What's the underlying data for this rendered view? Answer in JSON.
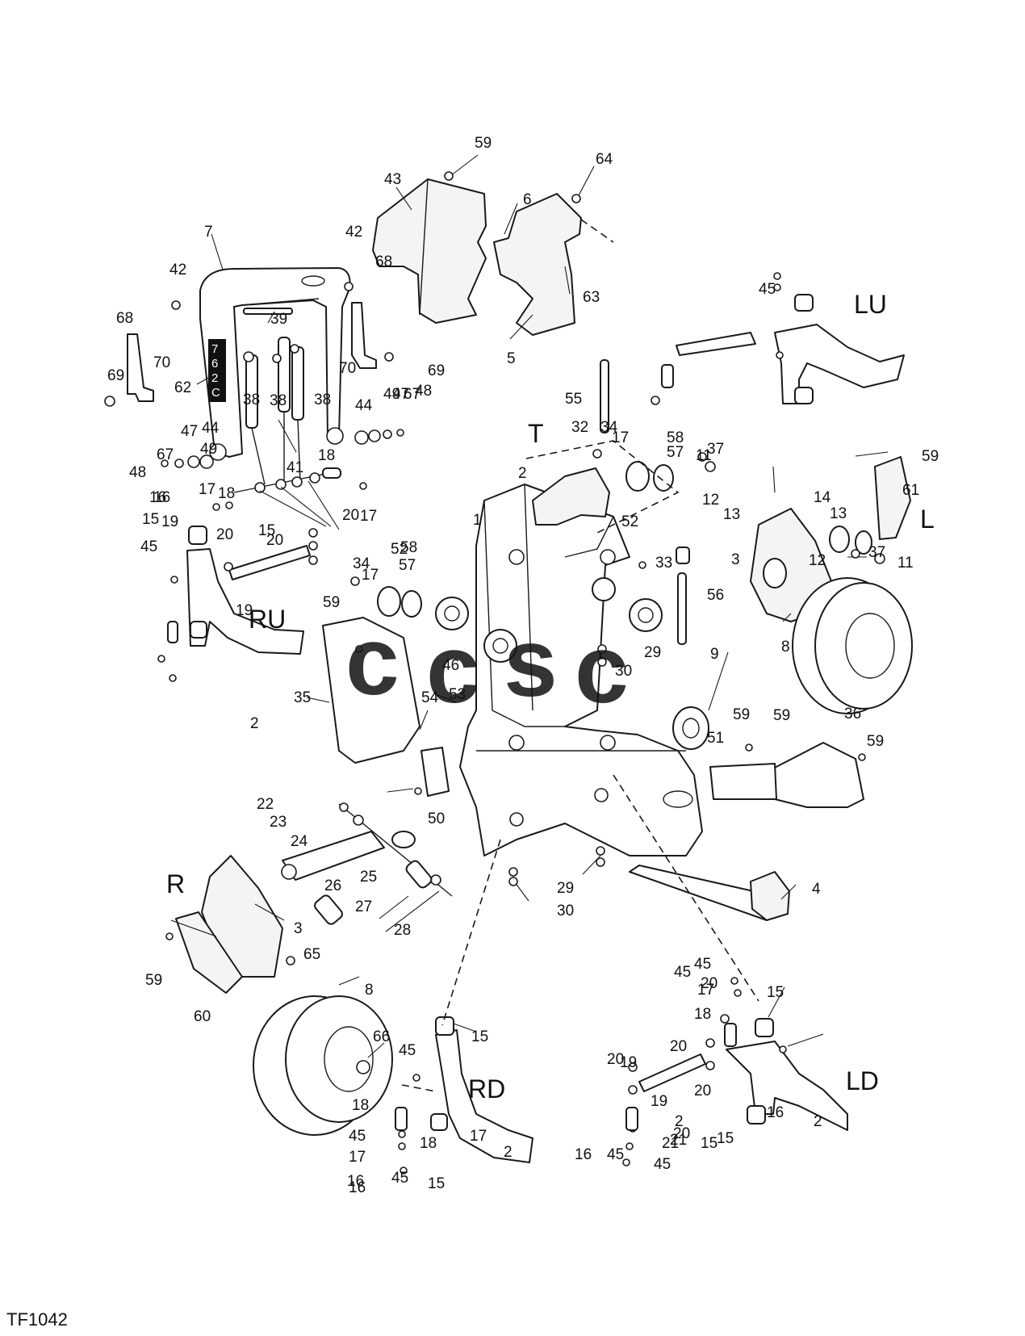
{
  "figure_id": "TF1042",
  "watermark": {
    "letters": [
      {
        "char": "c",
        "color": "#4f86ec"
      },
      {
        "char": "c",
        "color": "#e2574c"
      },
      {
        "char": "s",
        "color": "#f2bc2c"
      },
      {
        "char": "c",
        "color": "#4ea66e"
      }
    ]
  },
  "group_labels": [
    "LU",
    "T",
    "L",
    "RU",
    "R",
    "RD",
    "LD"
  ],
  "callouts": [
    "59",
    "64",
    "43",
    "6",
    "63",
    "5",
    "7",
    "42",
    "42",
    "68",
    "68",
    "70",
    "70",
    "69",
    "69",
    "62",
    "39",
    "38",
    "38",
    "38",
    "44",
    "44",
    "47",
    "47",
    "49",
    "49",
    "67",
    "67",
    "48",
    "48",
    "41",
    "18",
    "18",
    "16",
    "16",
    "17",
    "17",
    "20",
    "20",
    "20",
    "19",
    "19",
    "15",
    "15",
    "45",
    "45",
    "RU_2",
    "55",
    "32",
    "34",
    "17",
    "58",
    "57",
    "52",
    "2",
    "1",
    "52",
    "58",
    "57",
    "34",
    "17",
    "33",
    "56",
    "59",
    "46",
    "53",
    "54",
    "29",
    "30",
    "9",
    "35",
    "59",
    "51",
    "59",
    "36",
    "59",
    "22",
    "23",
    "24",
    "25",
    "26",
    "27",
    "28",
    "50",
    "29",
    "30",
    "4",
    "3",
    "65",
    "59",
    "60",
    "8",
    "66",
    "15",
    "45",
    "18",
    "45",
    "17",
    "16",
    "2",
    "16",
    "17",
    "45",
    "18",
    "15",
    "45",
    "20",
    "20",
    "19",
    "20",
    "21",
    "45",
    "16",
    "15",
    "2",
    "16",
    "45",
    "18",
    "17",
    "15",
    "20",
    "19",
    "20",
    "21",
    "45",
    "15",
    "2",
    "11",
    "37",
    "12",
    "13",
    "14",
    "13",
    "12",
    "37",
    "11",
    "61",
    "3",
    "8",
    "59"
  ]
}
